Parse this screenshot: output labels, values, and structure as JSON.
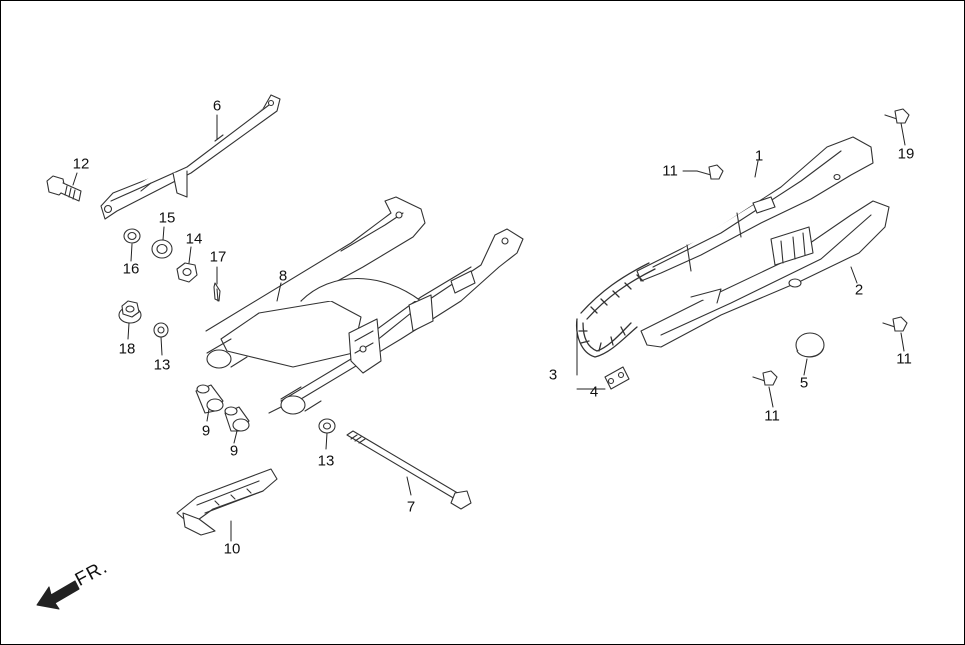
{
  "diagram": {
    "direction_label": "FR.",
    "parts": [
      {
        "id": "p1",
        "label": "1"
      },
      {
        "id": "p2",
        "label": "2"
      },
      {
        "id": "p3",
        "label": "3"
      },
      {
        "id": "p4",
        "label": "4"
      },
      {
        "id": "p5",
        "label": "5"
      },
      {
        "id": "p6",
        "label": "6"
      },
      {
        "id": "p7",
        "label": "7"
      },
      {
        "id": "p8",
        "label": "8"
      },
      {
        "id": "p9a",
        "label": "9"
      },
      {
        "id": "p9b",
        "label": "9"
      },
      {
        "id": "p10",
        "label": "10"
      },
      {
        "id": "p11a",
        "label": "11"
      },
      {
        "id": "p11b",
        "label": "11"
      },
      {
        "id": "p11c",
        "label": "11"
      },
      {
        "id": "p12",
        "label": "12"
      },
      {
        "id": "p13a",
        "label": "13"
      },
      {
        "id": "p13b",
        "label": "13"
      },
      {
        "id": "p14",
        "label": "14"
      },
      {
        "id": "p15",
        "label": "15"
      },
      {
        "id": "p16",
        "label": "16"
      },
      {
        "id": "p17",
        "label": "17"
      },
      {
        "id": "p18",
        "label": "18"
      },
      {
        "id": "p19",
        "label": "19"
      }
    ]
  }
}
